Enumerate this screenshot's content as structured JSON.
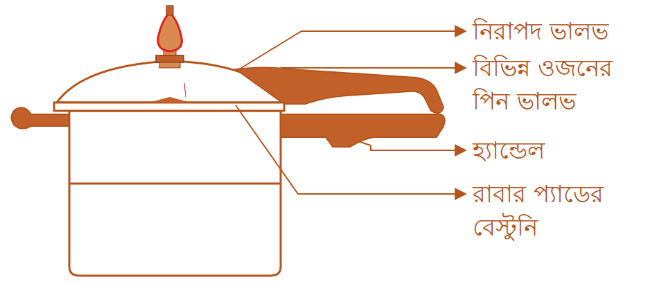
{
  "diagram": {
    "labels": [
      "নিরাপদ ভালভ",
      "বিভিন্ন ওজনের পিন ভালভ",
      "হ্যান্ডেল",
      "রাবার প্যাডের বেস্টুনি"
    ]
  }
}
